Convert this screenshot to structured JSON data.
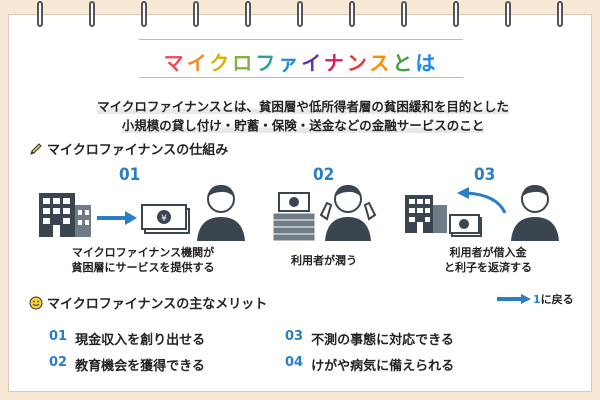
{
  "title": {
    "chars": [
      "マ",
      "イ",
      "ク",
      "ロ",
      "フ",
      "ァ",
      "イ",
      "ナ",
      "ン",
      "ス",
      "と",
      "は"
    ],
    "colors": [
      "#e84a5f",
      "#f08a24",
      "#d9b000",
      "#7cb342",
      "#26a69a",
      "#1e88e5",
      "#5e35b1",
      "#d81b60",
      "#e53935",
      "#fb8c00",
      "#43a047",
      "#1e88e5"
    ]
  },
  "lead": {
    "line1": "マイクロファイナンスとは、貧困層や低所得者層の貧困緩和を目的とした",
    "line2": "小規模の貸し付け・貯蓄・保険・送金などの金融サービスのこと"
  },
  "mechanism": {
    "heading": "マイクロファイナンスの仕組み",
    "steps": [
      {
        "num": "01",
        "caption1": "マイクロファイナンス機関が",
        "caption2": "貧困層にサービスを提供する"
      },
      {
        "num": "02",
        "caption1": "利用者が潤う",
        "caption2": ""
      },
      {
        "num": "03",
        "caption1": "利用者が借入金",
        "caption2": "と利子を返済する"
      }
    ],
    "back_note": "に戻る",
    "back_num": "1"
  },
  "merits": {
    "heading": "マイクロファイナンスの主なメリット",
    "items": [
      {
        "num": "01",
        "text": "現金収入を創り出せる"
      },
      {
        "num": "02",
        "text": "教育機会を獲得できる"
      },
      {
        "num": "03",
        "text": "不測の事態に対応できる"
      },
      {
        "num": "04",
        "text": "けがや病気に備えられる"
      }
    ]
  },
  "colors": {
    "accent": "#2a7ec3",
    "icon_dark": "#3b4550",
    "icon_light": "#6f7b86"
  }
}
